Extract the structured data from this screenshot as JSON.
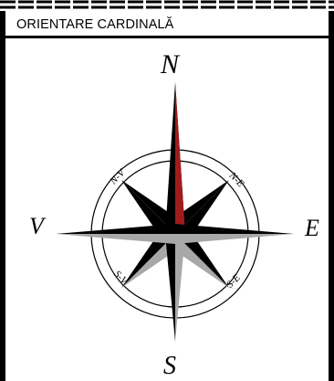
{
  "header": {
    "title": "ORIENTARE CARDINALĂ"
  },
  "compass": {
    "cardinals": {
      "north": "N",
      "south": "S",
      "east": "E",
      "west": "V"
    },
    "intercardinals": {
      "northeast": "N-E",
      "northwest": "N-V",
      "southeast": "S-E",
      "southwest": "S-V"
    },
    "colors": {
      "north_accent": "#a01c1c",
      "dark": "#000000",
      "light": "#a8a8a8"
    }
  }
}
